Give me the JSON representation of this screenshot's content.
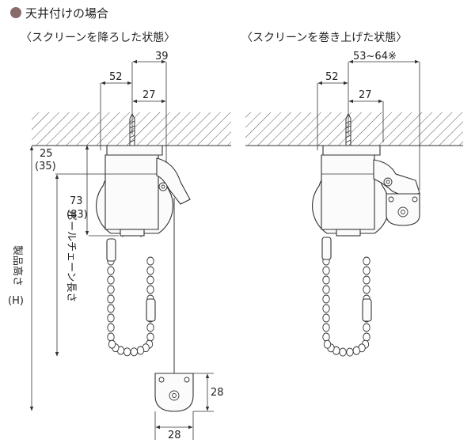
{
  "header": {
    "bullet_color": "#8a6b6b",
    "title": "天井付けの場合"
  },
  "left_view": {
    "caption": "〈スクリーンを降ろした状態〉",
    "dims": {
      "w39": "39",
      "w52": "52",
      "w27": "27",
      "h25": "25",
      "h35": "(35)",
      "h73": "73",
      "h83": "(83)",
      "h28": "28",
      "w28": "28"
    },
    "labels": {
      "chain_length": "ボールチェーン長さ",
      "product_height": "製品高さ",
      "product_height_unit": "(H)"
    }
  },
  "right_view": {
    "caption": "〈スクリーンを巻き上げた状態〉",
    "dims": {
      "w53_64": "53~64※",
      "w52": "52",
      "w27": "27"
    }
  }
}
